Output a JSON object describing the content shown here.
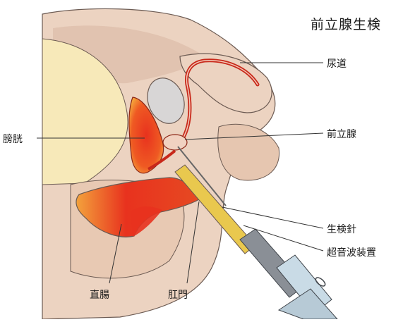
{
  "title": "前立腺生検",
  "labels": {
    "urethra": "尿道",
    "prostate": "前立腺",
    "bladder": "膀胱",
    "needle": "生検針",
    "probe": "超音波装置",
    "rectum": "直腸",
    "anus": "肛門"
  },
  "colors": {
    "skin": "#ecd3c1",
    "skin_shadow": "#d9b7a2",
    "cream": "#f7e9b9",
    "organ_red": "#e8321e",
    "organ_orange": "#f07a2a",
    "bone": "#d8d6d6",
    "probe_yellow": "#e9c84e",
    "probe_gray": "#8a8f96",
    "probe_blue": "#c9dbe6"
  },
  "icons": [
    "biopsy-needle",
    "ultrasound-probe"
  ]
}
